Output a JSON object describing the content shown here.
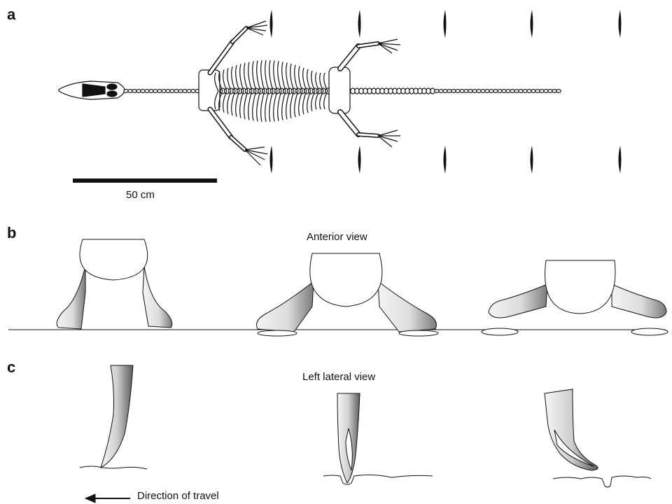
{
  "panels": [
    {
      "letter": "a",
      "scale_label": "50 cm"
    },
    {
      "letter": "b",
      "view_label": "Anterior view"
    },
    {
      "letter": "c",
      "view_label": "Left lateral view",
      "travel_label": "Direction of travel"
    }
  ],
  "colors": {
    "ink": "#111111",
    "bone_fill": "#ffffff",
    "shade_dark": "#6a6a6a",
    "shade_light": "#e8e8e8"
  }
}
